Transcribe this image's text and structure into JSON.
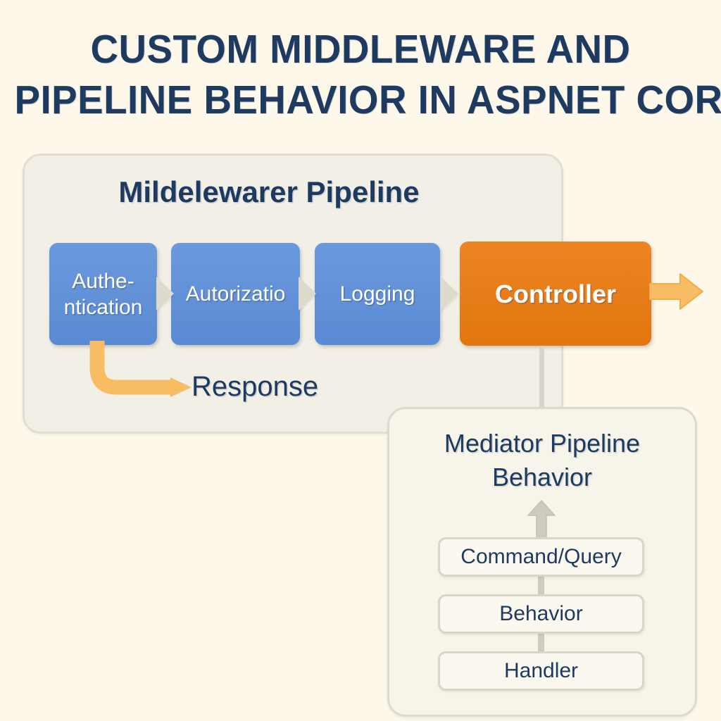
{
  "title": {
    "line1": "CUSTOM MIDDLEWARE AND",
    "line2": "PIPELINE BEHAVIOR IN ASPNET COR"
  },
  "colors": {
    "background": "#fdf8ea",
    "panel_fill": "#f2efe6",
    "panel_border": "#e2ded2",
    "text_navy": "#1e3a5f",
    "middleware_blue": "#5a8ad2",
    "controller_orange": "#e2760f",
    "arrow_amber": "#f8bd62",
    "chevron_gray": "#dedace",
    "mediator_fill": "#f7f4ea",
    "mediator_border": "#ddd9ce",
    "mediator_box_fill": "#fbf8ef"
  },
  "middleware_panel": {
    "heading": "Mildelewarer Pipeline",
    "stages": [
      {
        "label": "Authe-\nntication",
        "type": "middleware",
        "color": "#5a8ad2"
      },
      {
        "label": "Autorizatio",
        "type": "middleware",
        "color": "#5a8ad2"
      },
      {
        "label": "Logging",
        "type": "middleware",
        "color": "#5a8ad2"
      },
      {
        "label": "Controller",
        "type": "endpoint",
        "color": "#e2760f"
      }
    ],
    "response_label": "Response",
    "outgoing_arrow": "request-exit-arrow"
  },
  "mediator_panel": {
    "heading_line1": "Mediator Pipeline",
    "heading_line2": "Behavior",
    "steps": [
      {
        "label": "Command/Query"
      },
      {
        "label": "Behavior"
      },
      {
        "label": "Handler"
      }
    ],
    "flow_direction": "upward"
  }
}
